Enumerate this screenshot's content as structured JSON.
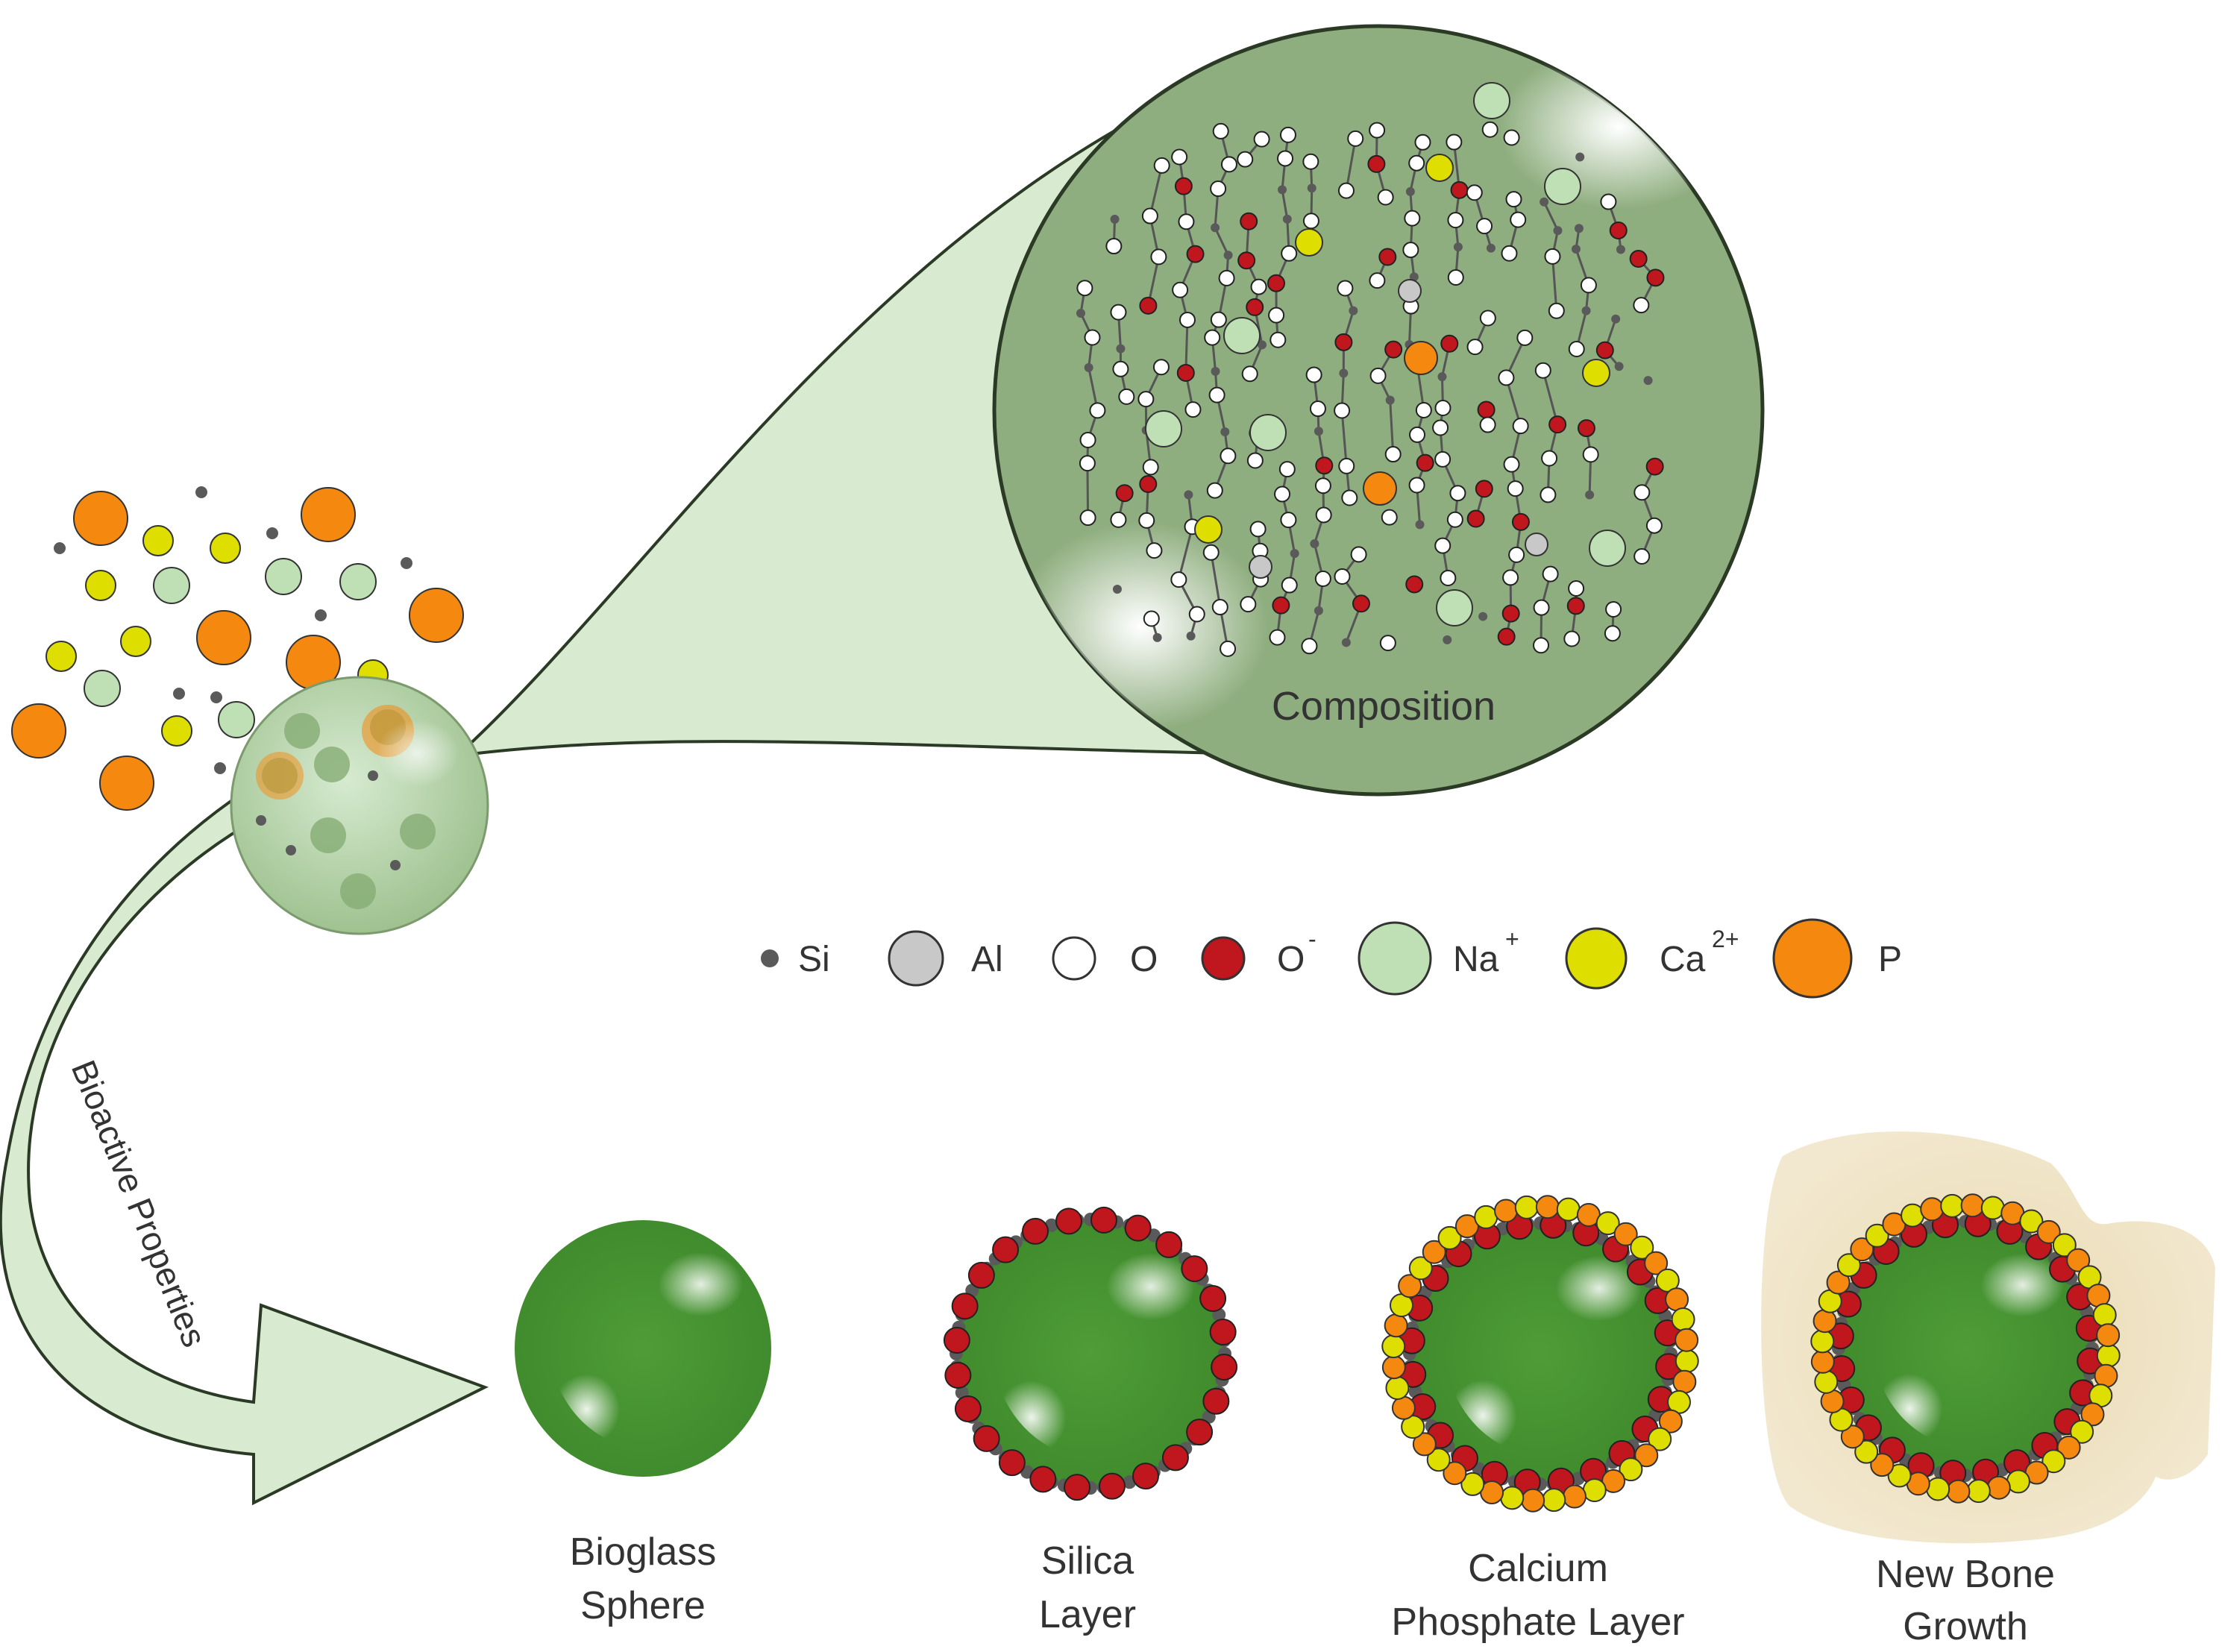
{
  "figure": {
    "zoom_label": "Composition",
    "arrow_label": "Bioactive Properties"
  },
  "legend": {
    "items": [
      {
        "key": "si",
        "label": "Si",
        "sup": "",
        "color": "#5a5a5a",
        "icon": "small-dark-dot"
      },
      {
        "key": "al",
        "label": "Al",
        "sup": "",
        "color": "#c8c8c8",
        "icon": "gray-circle"
      },
      {
        "key": "o",
        "label": "O",
        "sup": "",
        "color": "#ffffff",
        "icon": "white-circle"
      },
      {
        "key": "o-minus",
        "label": "O",
        "sup": "-",
        "color": "#c0161d",
        "icon": "red-circle"
      },
      {
        "key": "na",
        "label": "Na",
        "sup": "+",
        "color": "#bfe0b5",
        "icon": "light-green-circle"
      },
      {
        "key": "ca",
        "label": "Ca",
        "sup": "2+",
        "color": "#dede00",
        "icon": "yellow-circle"
      },
      {
        "key": "p",
        "label": "P",
        "sup": "",
        "color": "#f5890f",
        "icon": "orange-circle"
      }
    ]
  },
  "stages": [
    {
      "key": "bioglass",
      "line1": "Bioglass",
      "line2": "Sphere"
    },
    {
      "key": "silica",
      "line1": "Silica",
      "line2": "Layer"
    },
    {
      "key": "calcium",
      "line1": "Calcium",
      "line2": "Phosphate Layer"
    },
    {
      "key": "bone",
      "line1": "New Bone",
      "line2": "Growth"
    }
  ],
  "colors": {
    "glass_green": "#4b9a35",
    "zoom_fill": "#8fae7f",
    "cone_fill": "#d8ead0",
    "bone": "#eadcb8",
    "si": "#5a5a5a",
    "oxygen_minus": "#c0161d",
    "calcium": "#dede00",
    "phosphorus": "#f5890f",
    "sodium": "#bfe0b5",
    "aluminium": "#c8c8c8"
  }
}
